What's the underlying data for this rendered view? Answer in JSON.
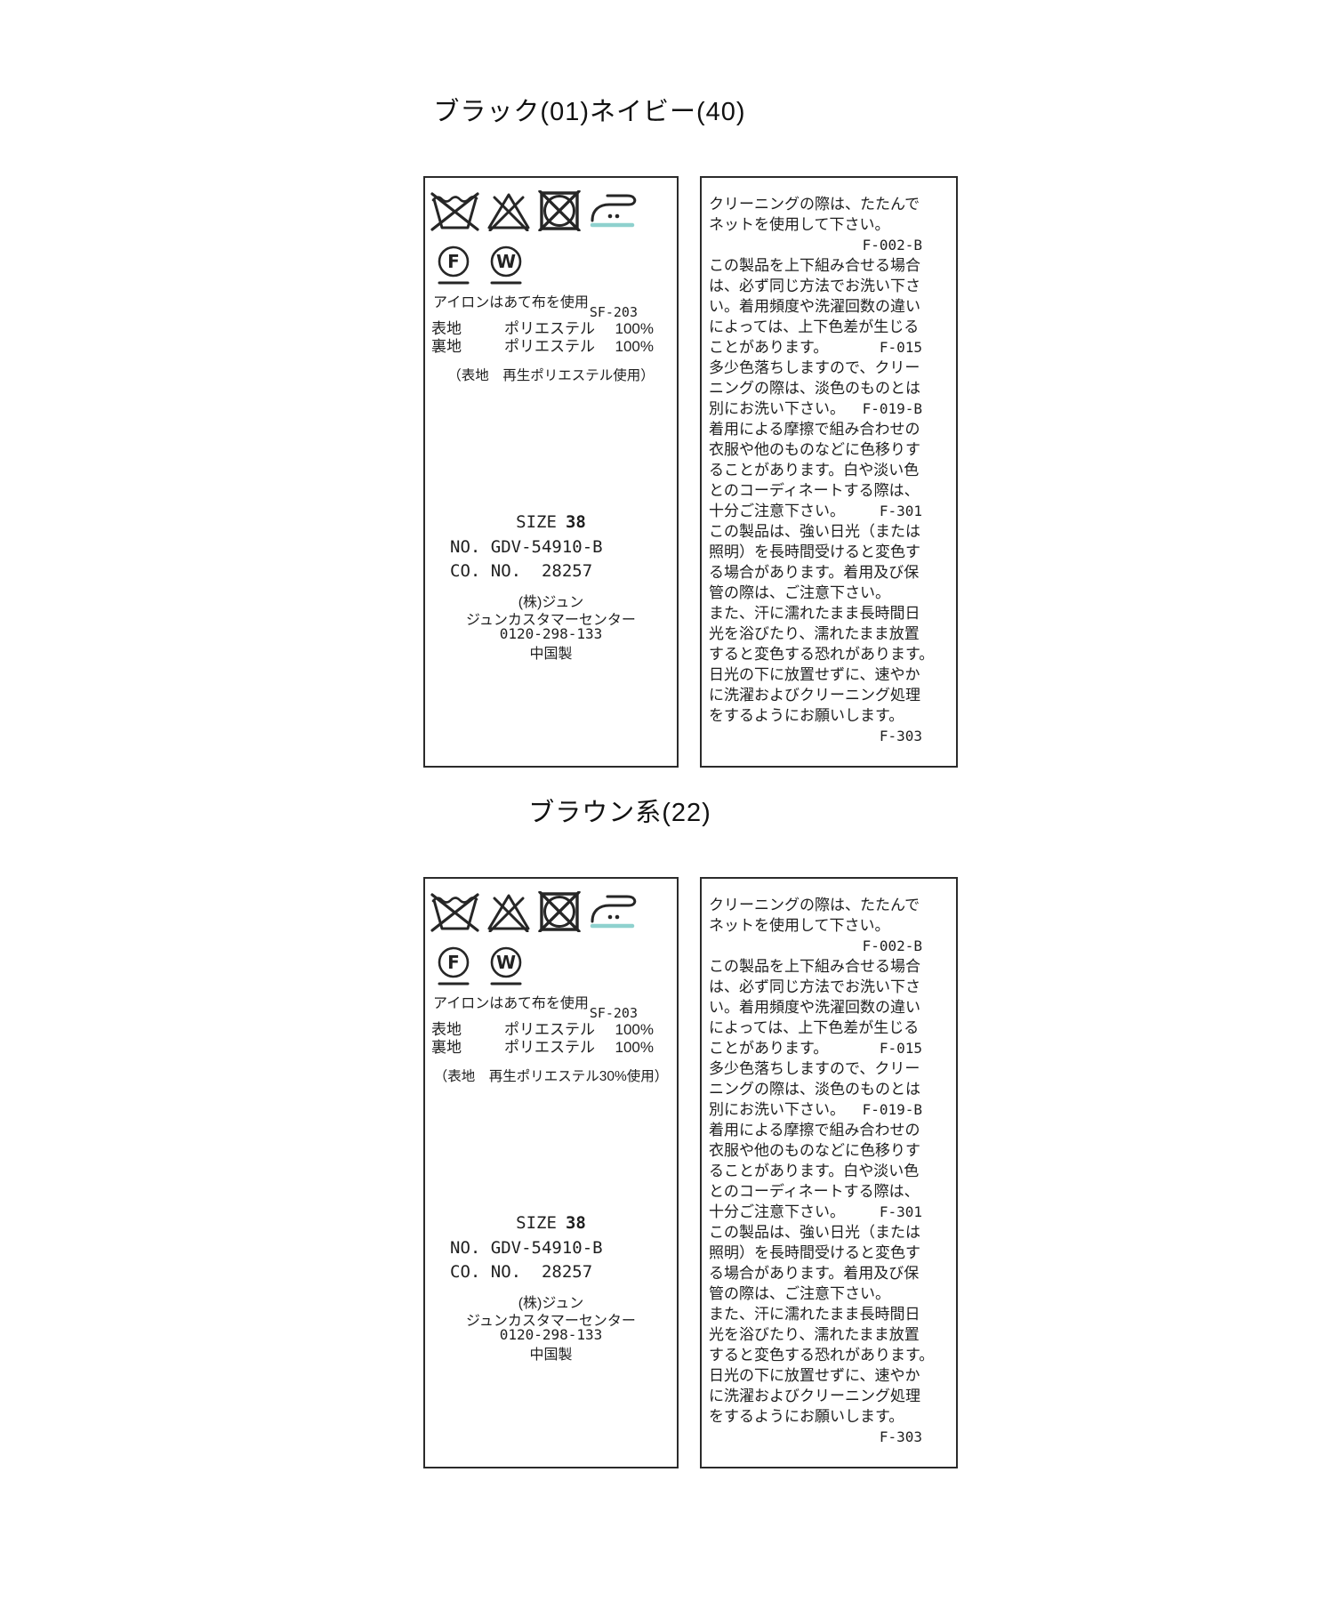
{
  "colors": {
    "ink": "#262626",
    "box_border": "#2b2b2b",
    "iron_base_accent": "#8ed1ce"
  },
  "care": {
    "symbols": [
      {
        "name": "do-not-wash"
      },
      {
        "name": "do-not-bleach"
      },
      {
        "name": "do-not-tumble-dry"
      },
      {
        "name": "iron-medium-two-dots"
      }
    ],
    "pro_symbols": [
      {
        "name": "dry-clean-F-gentle",
        "letter": "F"
      },
      {
        "name": "wet-clean-W-gentle",
        "letter": "W"
      }
    ]
  },
  "sections": [
    {
      "title": "ブラック(01)ネイビー(40)",
      "left_label": {
        "iron_note": "アイロンはあて布を使用",
        "style_code": "SF-203",
        "materials": [
          {
            "part": "表地",
            "material": "ポリエステル",
            "pct": "100%"
          },
          {
            "part": "裏地",
            "material": "ポリエステル",
            "pct": "100%"
          }
        ],
        "recycle_note": "（表地　再生ポリエステル使用）",
        "size_label": "SIZE",
        "size_value": "38",
        "no_line": "NO. GDV-54910-B",
        "co_line": "CO. NO.  28257",
        "company": "(株)ジュン",
        "center_name": "ジュンカスタマーセンター",
        "phone": "0120-298-133",
        "origin": "中国製"
      },
      "right_label": {
        "lines": [
          {
            "t": "クリーニングの際は、たたんで"
          },
          {
            "t": "ネットを使用して下さい。"
          },
          {
            "r": "F-002-B"
          },
          {
            "t": "この製品を上下組み合せる場合"
          },
          {
            "t": "は、必ず同じ方法でお洗い下さ"
          },
          {
            "t": "い。着用頻度や洗濯回数の違い"
          },
          {
            "t": "によっては、上下色差が生じる"
          },
          {
            "t": "ことがあります。",
            "r": "F-015"
          },
          {
            "t": "多少色落ちしますので、クリー"
          },
          {
            "t": "ニングの際は、淡色のものとは"
          },
          {
            "t": "別にお洗い下さい。",
            "r": "F-019-B"
          },
          {
            "t": "着用による摩擦で組み合わせの"
          },
          {
            "t": "衣服や他のものなどに色移りす"
          },
          {
            "t": "ることがあります。白や淡い色"
          },
          {
            "t": "とのコーディネートする際は、"
          },
          {
            "t": "十分ご注意下さい。",
            "r": "F-301"
          },
          {
            "t": "この製品は、強い日光（または"
          },
          {
            "t": "照明）を長時間受けると変色す"
          },
          {
            "t": "る場合があります。着用及び保"
          },
          {
            "t": "管の際は、ご注意下さい。"
          },
          {
            "t": "また、汗に濡れたまま長時間日"
          },
          {
            "t": "光を浴びたり、濡れたまま放置"
          },
          {
            "t": "すると変色する恐れがあります。"
          },
          {
            "t": "日光の下に放置せずに、速やか"
          },
          {
            "t": "に洗濯およびクリーニング処理"
          },
          {
            "t": "をするようにお願いします。"
          },
          {
            "r": "F-303"
          }
        ]
      }
    },
    {
      "title": "ブラウン系(22)",
      "left_label": {
        "iron_note": "アイロンはあて布を使用",
        "style_code": "SF-203",
        "materials": [
          {
            "part": "表地",
            "material": "ポリエステル",
            "pct": "100%"
          },
          {
            "part": "裏地",
            "material": "ポリエステル",
            "pct": "100%"
          }
        ],
        "recycle_note": "（表地　再生ポリエステル30%使用）",
        "size_label": "SIZE",
        "size_value": "38",
        "no_line": "NO. GDV-54910-B",
        "co_line": "CO. NO.  28257",
        "company": "(株)ジュン",
        "center_name": "ジュンカスタマーセンター",
        "phone": "0120-298-133",
        "origin": "中国製"
      },
      "right_label": {
        "lines": [
          {
            "t": "クリーニングの際は、たたんで"
          },
          {
            "t": "ネットを使用して下さい。"
          },
          {
            "r": "F-002-B"
          },
          {
            "t": "この製品を上下組み合せる場合"
          },
          {
            "t": "は、必ず同じ方法でお洗い下さ"
          },
          {
            "t": "い。着用頻度や洗濯回数の違い"
          },
          {
            "t": "によっては、上下色差が生じる"
          },
          {
            "t": "ことがあります。",
            "r": "F-015"
          },
          {
            "t": "多少色落ちしますので、クリー"
          },
          {
            "t": "ニングの際は、淡色のものとは"
          },
          {
            "t": "別にお洗い下さい。",
            "r": "F-019-B"
          },
          {
            "t": "着用による摩擦で組み合わせの"
          },
          {
            "t": "衣服や他のものなどに色移りす"
          },
          {
            "t": "ることがあります。白や淡い色"
          },
          {
            "t": "とのコーディネートする際は、"
          },
          {
            "t": "十分ご注意下さい。",
            "r": "F-301"
          },
          {
            "t": "この製品は、強い日光（または"
          },
          {
            "t": "照明）を長時間受けると変色す"
          },
          {
            "t": "る場合があります。着用及び保"
          },
          {
            "t": "管の際は、ご注意下さい。"
          },
          {
            "t": "また、汗に濡れたまま長時間日"
          },
          {
            "t": "光を浴びたり、濡れたまま放置"
          },
          {
            "t": "すると変色する恐れがあります。"
          },
          {
            "t": "日光の下に放置せずに、速やか"
          },
          {
            "t": "に洗濯およびクリーニング処理"
          },
          {
            "t": "をするようにお願いします。"
          },
          {
            "r": "F-303"
          }
        ]
      }
    }
  ]
}
